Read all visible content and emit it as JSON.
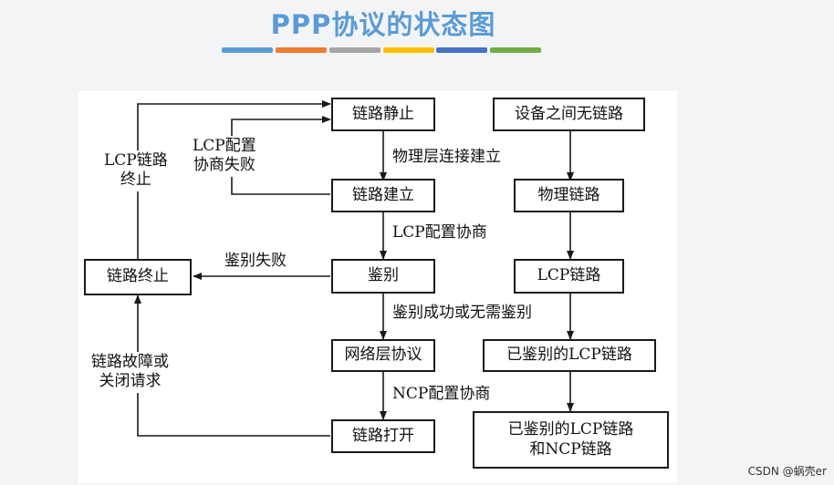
{
  "title": "PPP协议的状态图",
  "colors": {
    "title": "#5b9bd5",
    "bars": [
      "#5b9bd5",
      "#ed7d31",
      "#a5a5a5",
      "#ffc000",
      "#4472c4",
      "#70ad47"
    ]
  },
  "states": {
    "link_idle": "链路静止",
    "link_establish": "链路建立",
    "authenticate": "鉴别",
    "network_protocol": "网络层协议",
    "link_open": "链路打开",
    "link_terminate": "链路终止",
    "no_link": "设备之间无链路",
    "physical_link": "物理链路",
    "lcp_link": "LCP链路",
    "authenticated_lcp_link": "已鉴别的LCP链路",
    "authenticated_lcp_ncp_line1": "已鉴别的LCP链路",
    "authenticated_lcp_ncp_line2": "和NCP链路"
  },
  "transitions": {
    "physical_layer_connect": "物理层连接建立",
    "lcp_config_negotiate": "LCP配置协商",
    "auth_fail": "鉴别失败",
    "auth_success": "鉴别成功或无需鉴别",
    "ncp_config_negotiate": "NCP配置协商",
    "lcp_config_fail_line1": "LCP配置",
    "lcp_config_fail_line2": "协商失败",
    "lcp_link_terminate_line1": "LCP链路",
    "lcp_link_terminate_line2": "终止",
    "link_fault_line1": "链路故障或",
    "link_fault_line2": "关闭请求"
  },
  "footer": "CSDN @蜗壳er"
}
